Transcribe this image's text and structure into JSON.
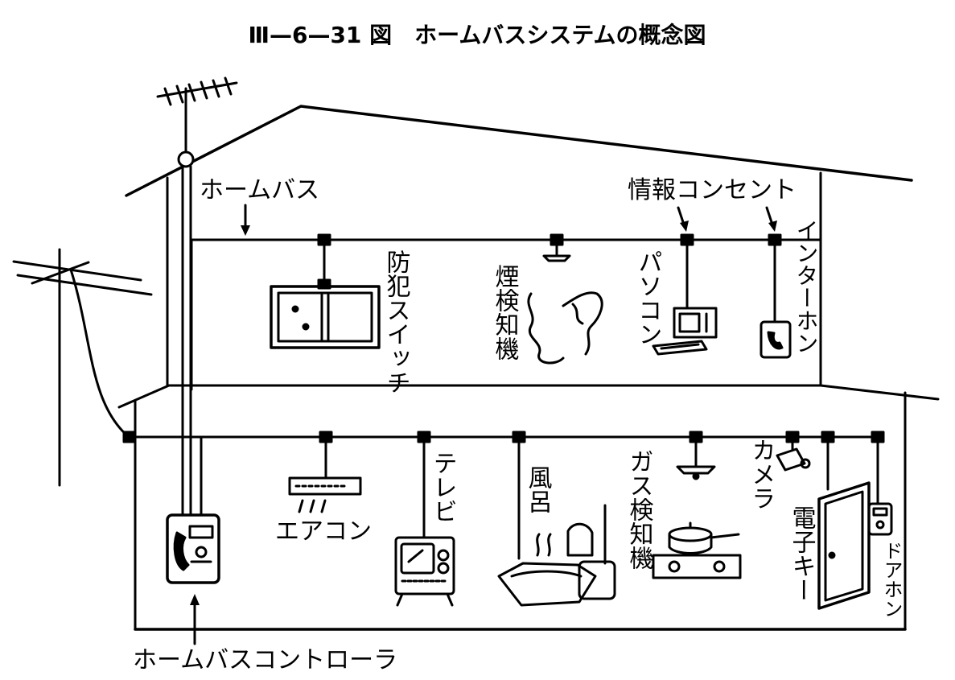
{
  "figure": {
    "title": "Ⅲ—6—31 図　ホームバスシステムの概念図"
  },
  "labels": {
    "home_bus": "ホームバス",
    "info_outlet": "情報コンセント",
    "home_bus_controller": "ホームバスコントローラ",
    "security_switch": "防犯スイッチ",
    "smoke_detector": "煙検知機",
    "pc": "パソコン",
    "intercom": "インターホン",
    "tv": "テレビ",
    "bath": "風呂",
    "gas_detector": "ガス検知機",
    "camera": "カメラ",
    "electronic_key": "電子キー",
    "door_phone": "ドアホン",
    "air_conditioner": "エアコン"
  }
}
